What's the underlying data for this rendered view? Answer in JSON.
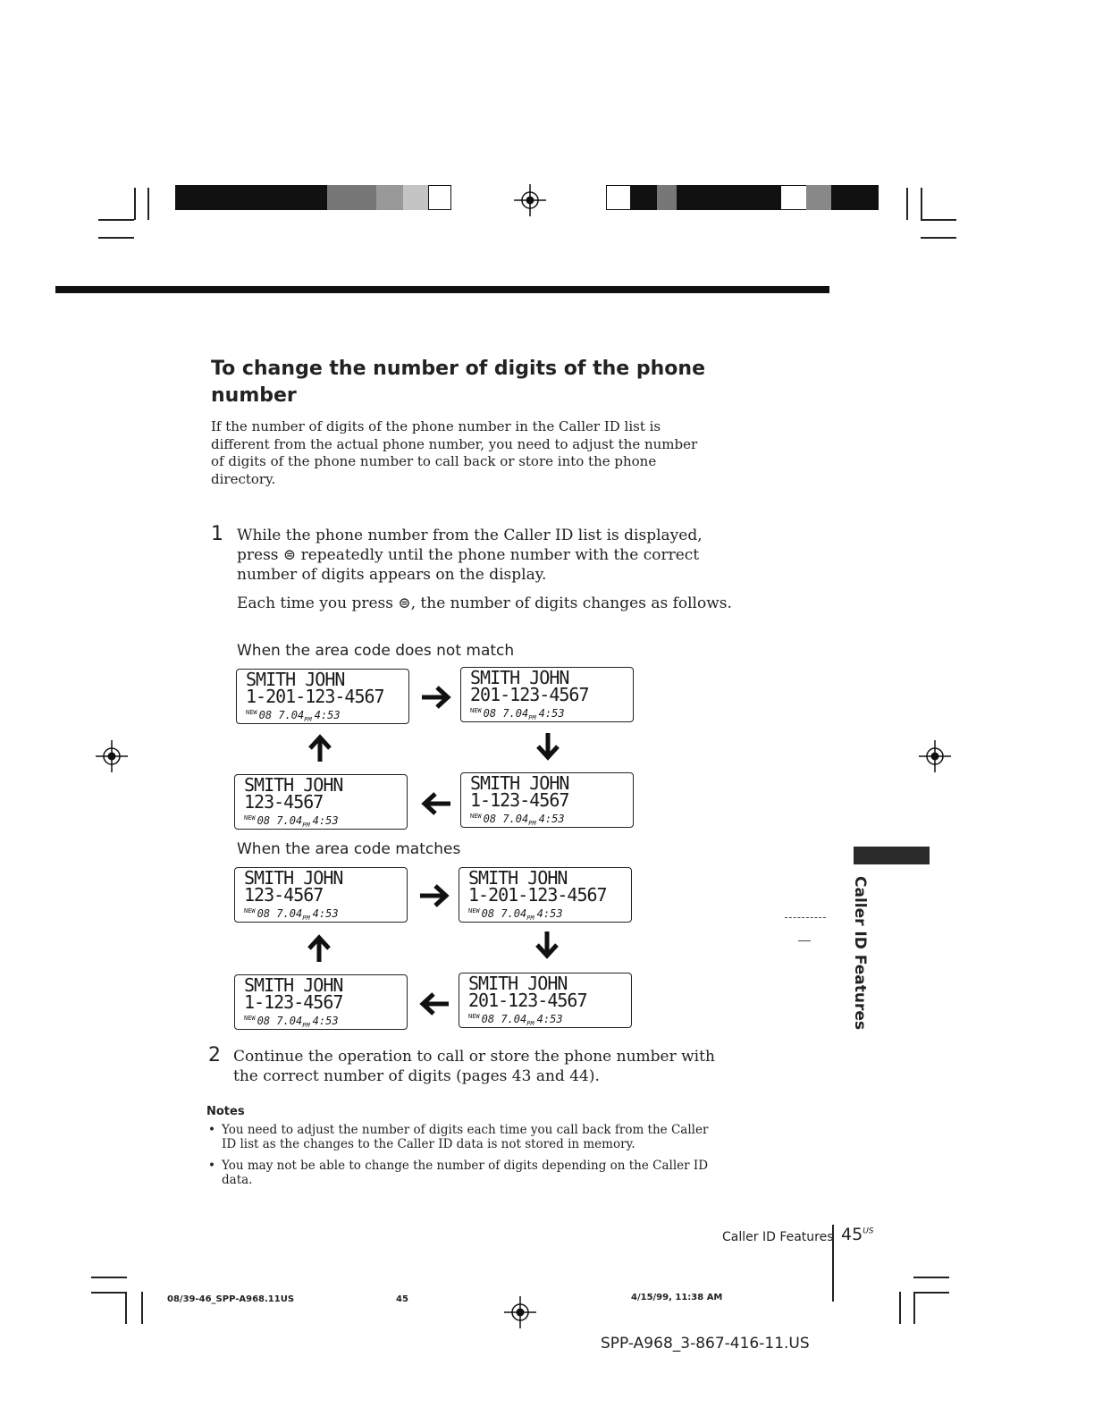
{
  "heading": "To change the number of digits of the phone number",
  "intro": "If the number of digits of the phone number in the Caller ID list is different from the actual phone number, you need to adjust the number of digits of the phone number to call back or store into the phone directory.",
  "steps": [
    {
      "number": "1",
      "text": "While the phone number from the Caller ID list is displayed, press ⊜ repeatedly until the phone number with the correct number of digits appears on the display.",
      "detail": "Each time you press ⊜, the number of digits changes as follows."
    },
    {
      "number": "2",
      "text": "Continue the operation to call or store the phone number with the correct number of digits (pages 43 and 44)."
    }
  ],
  "sequences": [
    {
      "title": "When the area code does not match",
      "displays": [
        {
          "name": "SMITH JOHN",
          "number": "1-201-123-4567"
        },
        {
          "name": "SMITH JOHN",
          "number": "201-123-4567"
        },
        {
          "name": "SMITH JOHN",
          "number": "1-123-4567"
        },
        {
          "name": "SMITH JOHN",
          "number": "123-4567"
        }
      ]
    },
    {
      "title": "When the area code matches",
      "displays": [
        {
          "name": "SMITH JOHN",
          "number": "123-4567"
        },
        {
          "name": "SMITH JOHN",
          "number": "1-201-123-4567"
        },
        {
          "name": "SMITH JOHN",
          "number": "201-123-4567"
        },
        {
          "name": "SMITH JOHN",
          "number": "1-123-4567"
        }
      ]
    }
  ],
  "display_status": {
    "new": "NEW",
    "date": "08 7.04",
    "pm": "PM",
    "time": "4:53"
  },
  "arrows": {
    "right": "➔",
    "down": "🡫",
    "left": "🡨",
    "up": "🡩"
  },
  "notes": {
    "title": "Notes",
    "items": [
      "You need to adjust the number of digits each time you call back from the Caller ID list as the changes to the Caller ID data is not stored in memory.",
      "You may not be able to change the number of digits depending on the Caller ID data."
    ]
  },
  "side_tab": "Caller ID Features",
  "footer": {
    "section": "Caller ID Features",
    "page": "45",
    "page_suffix": "US",
    "file": "08/39-46_SPP-A968.11US",
    "sheet": "45",
    "timestamp": "4/15/99, 11:38 AM",
    "code": "SPP-A968_3-867-416-11.US"
  }
}
